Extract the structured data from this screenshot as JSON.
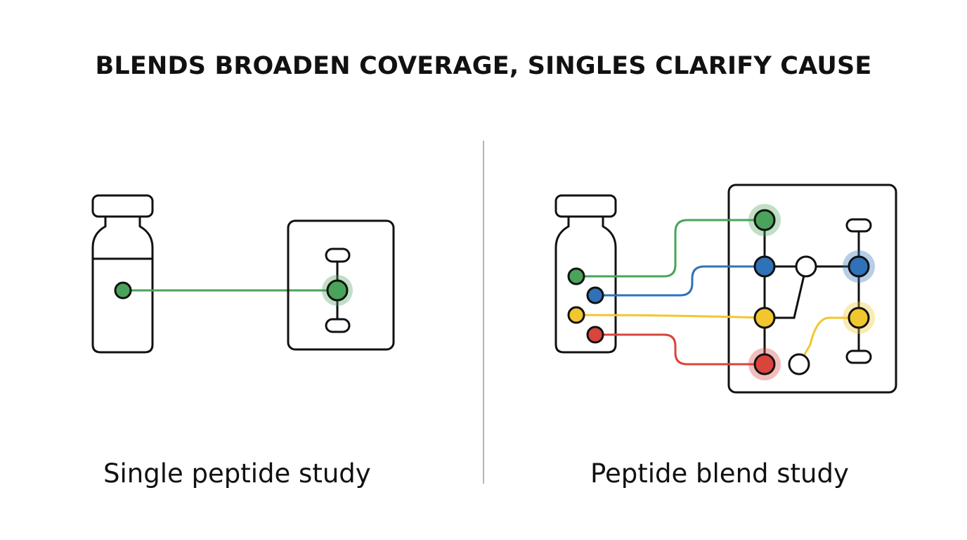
{
  "title": "BLENDS BROADEN COVERAGE, SINGLES CLARIFY CAUSE",
  "panels": {
    "left": {
      "caption": "Single peptide study"
    },
    "right": {
      "caption": "Peptide blend study"
    }
  },
  "colors": {
    "green": "#4aa35a",
    "blue": "#2f72b8",
    "yellow": "#f2c62f",
    "red": "#d9443b",
    "outline": "#111111",
    "divider": "#b5b5b5"
  }
}
